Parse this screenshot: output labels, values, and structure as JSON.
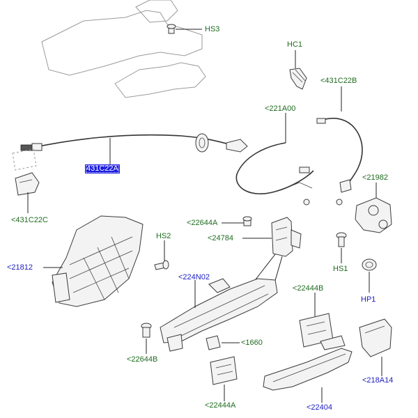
{
  "callouts": {
    "hs3": "HS3",
    "hc1": "HC1",
    "c431c22b": "<431C22B",
    "c221a00": "<221A00",
    "c431c22a": "431C22A",
    "c21982": "<21982",
    "c431c22c": "<431C22C",
    "c22644a": "<22644A",
    "c24784": "<24784",
    "hs2": "HS2",
    "c21812": "<21812",
    "hs1": "HS1",
    "c224n02": "<224N02",
    "c22444b": "<22444B",
    "hp1": "HP1",
    "c1660": "<1660",
    "c22644b": "<22644B",
    "c218a14": "<218A14",
    "c22444a": "<22444A",
    "c22404": "<22404"
  },
  "colors": {
    "part_label": "#1f6b1f",
    "ref_label": "#1c1cbf",
    "selection": "#1a1adf"
  }
}
